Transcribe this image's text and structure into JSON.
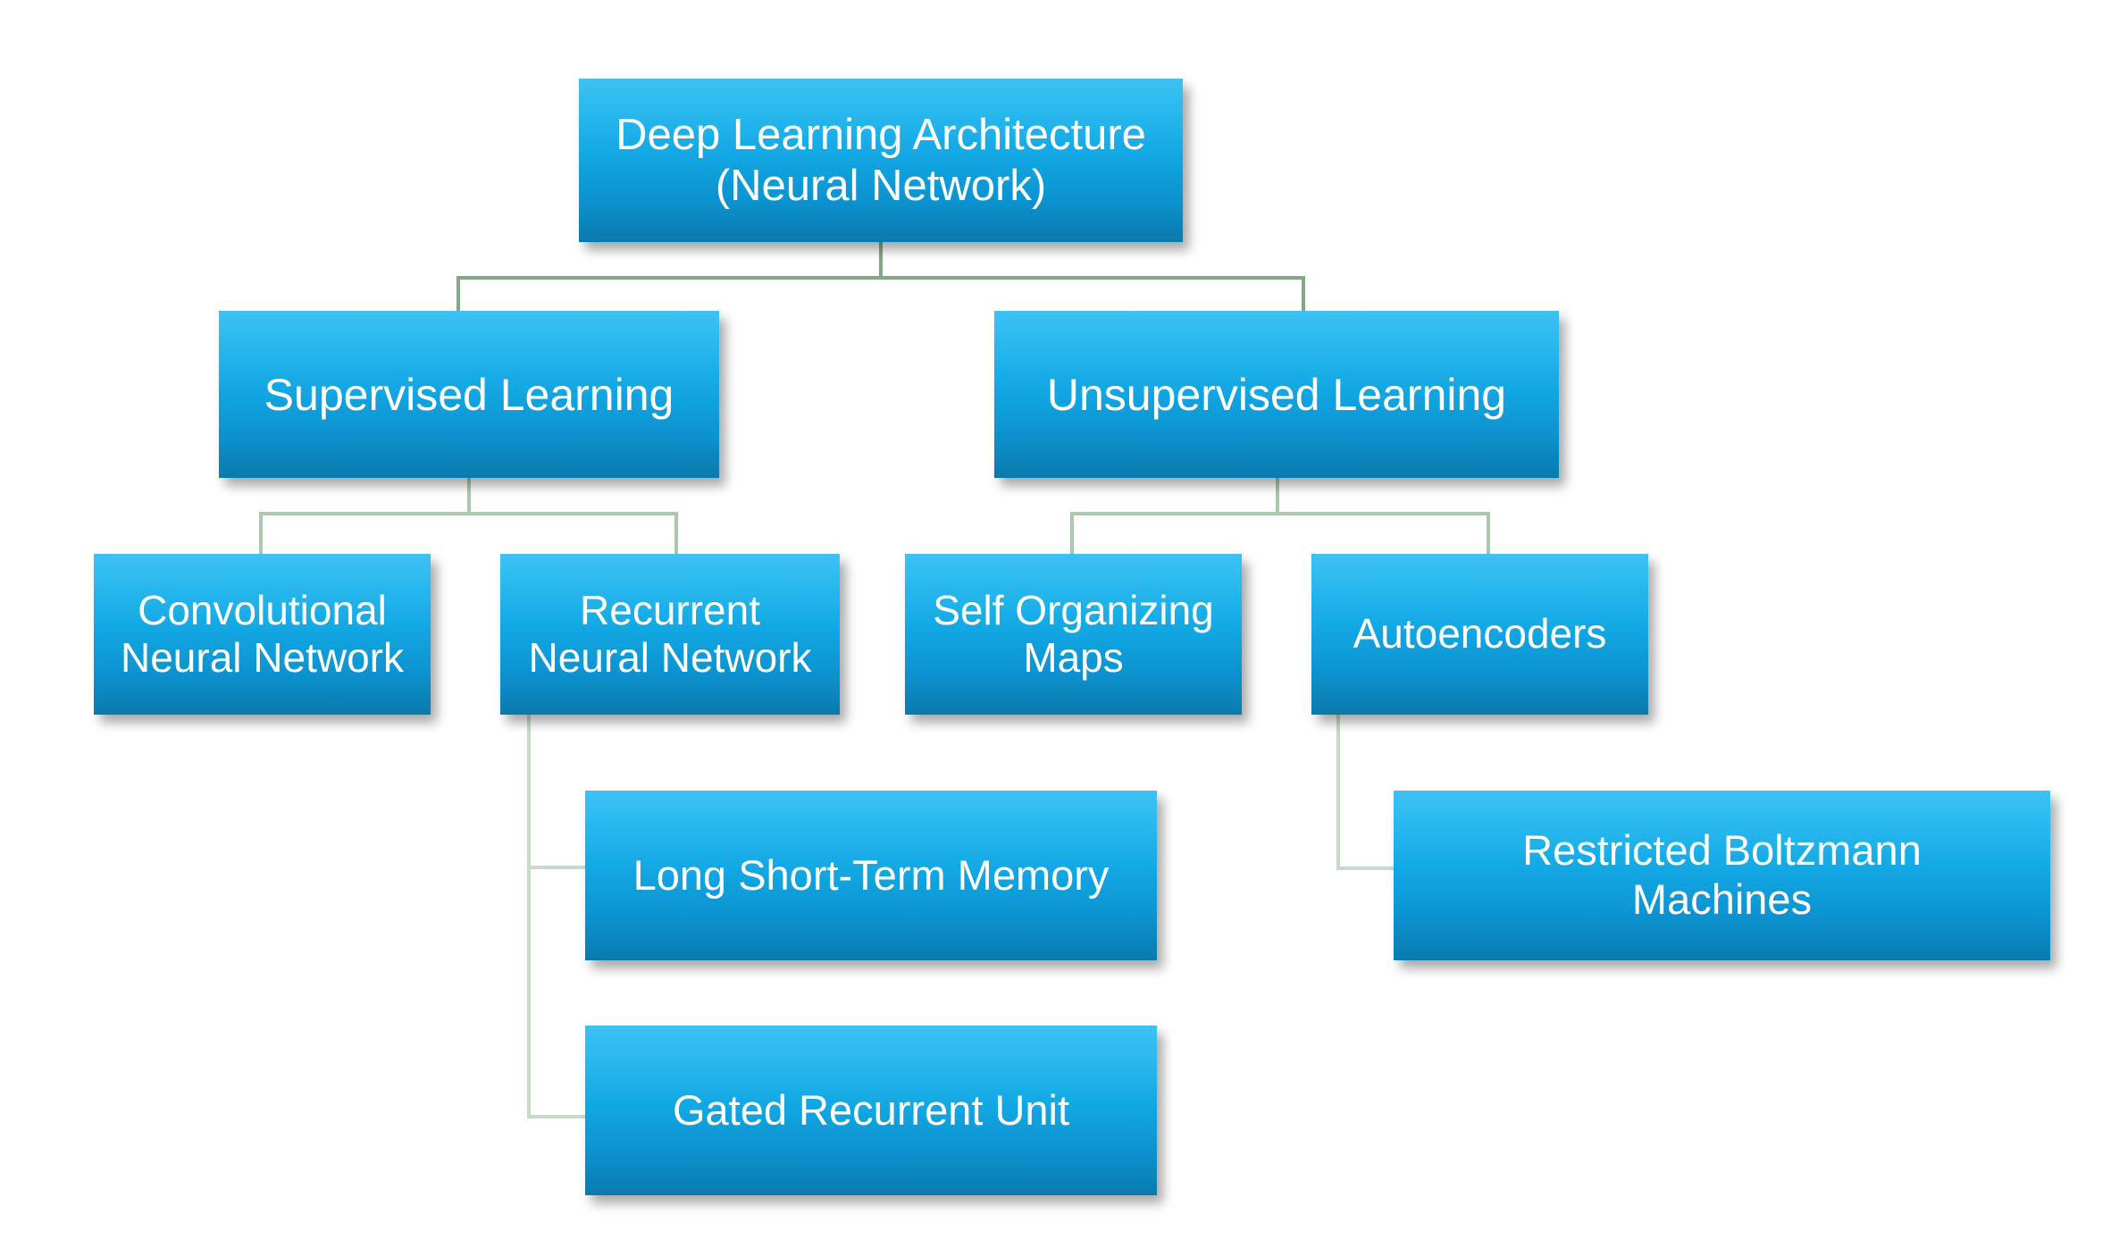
{
  "diagram": {
    "title": "Deep Learning Architecture (Neural Network)",
    "type": "hierarchy-tree",
    "background_color": "#ffffff",
    "node_fill_top": "#3fc1f2",
    "node_fill_bottom": "#0a7aad",
    "node_text_color": "#ffffff",
    "connector_color_level1": "#84a884",
    "connector_color_deep": "#aac9ab"
  },
  "nodes": {
    "root": {
      "line1": "Deep Learning Architecture",
      "line2": "(Neural Network)"
    },
    "supervised": {
      "label": "Supervised Learning"
    },
    "unsupervised": {
      "label": "Unsupervised Learning"
    },
    "cnn": {
      "line1": "Convolutional",
      "line2": "Neural Network"
    },
    "rnn": {
      "line1": "Recurrent",
      "line2": "Neural Network"
    },
    "som": {
      "line1": "Self Organizing",
      "line2": "Maps"
    },
    "autoencoders": {
      "label": "Autoencoders"
    },
    "lstm": {
      "label": "Long Short-Term Memory"
    },
    "gru": {
      "label": "Gated Recurrent Unit"
    },
    "rbm": {
      "line1": "Restricted Boltzmann",
      "line2": "Machines"
    }
  },
  "edges": [
    {
      "from": "root",
      "to": "supervised"
    },
    {
      "from": "root",
      "to": "unsupervised"
    },
    {
      "from": "supervised",
      "to": "cnn"
    },
    {
      "from": "supervised",
      "to": "rnn"
    },
    {
      "from": "unsupervised",
      "to": "som"
    },
    {
      "from": "unsupervised",
      "to": "autoencoders"
    },
    {
      "from": "rnn",
      "to": "lstm"
    },
    {
      "from": "rnn",
      "to": "gru"
    },
    {
      "from": "autoencoders",
      "to": "rbm"
    }
  ]
}
